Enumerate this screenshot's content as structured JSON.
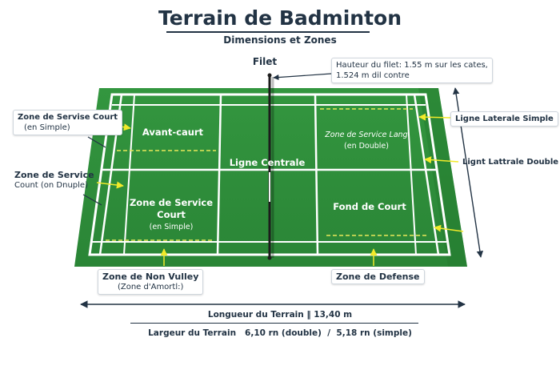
{
  "header": {
    "title": "Terrain de Badminton",
    "subtitle": "Dimensions et Zones"
  },
  "court": {
    "colors": {
      "grass": "#2e8b3a",
      "grass_dark": "#237a2e",
      "line": "#ffffff",
      "dash": "#e8e85a",
      "arrow": "#f2ea2a",
      "ink": "#223344"
    },
    "zones": {
      "avant_court": "Avant-caurt",
      "ligne_centrale": "Ligne Centrale",
      "service_long_line1": "Zone de Service Lang",
      "service_long_line2": "(en Double)",
      "service_court_line1": "Zone de Service",
      "service_court_line2": "Court",
      "service_court_line3": "(en Simple)",
      "fond_de_court": "Fond de Court"
    }
  },
  "labels": {
    "filet": "Filet",
    "hauteur_line1": "Hauteur du filet: 1.55 m sur les cates,",
    "hauteur_line2": "1.524 m dil contre",
    "servise_court_line1": "Zone de Servise Court",
    "servise_court_line2": "(en Simple)",
    "service_count_line1": "Zone de Service",
    "service_count_line2": "Count (on Dnuple)",
    "laterale_simple": "Ligne Laterale Simple",
    "lattrale_double": "Lignt Lattrale Double",
    "non_vulley_line1": "Zone de Non Vulley",
    "non_vulley_line2": "(Zone d'Amortl:)",
    "defense": "Zone de Defense"
  },
  "dimensions": {
    "longueur": "Longueur du Terrain ‖ 13,40  m",
    "largeur": "Largeur du Terrain   6,10 rn (double)  /  5,18 rn (simple)"
  }
}
